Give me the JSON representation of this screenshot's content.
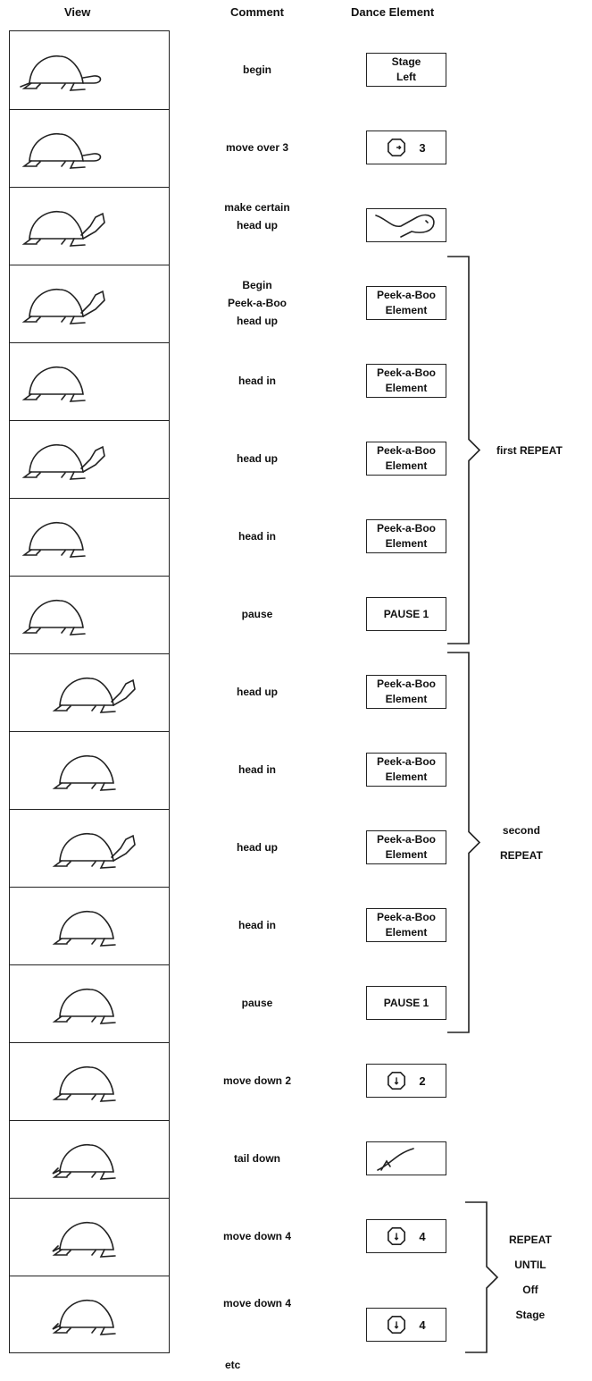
{
  "headers": {
    "view": "View",
    "comment": "Comment",
    "dance_element": "Dance Element"
  },
  "rows": [
    {
      "comment": "begin",
      "element_text": "Stage Left",
      "element_kind": "text",
      "turtle": "head-up-tail",
      "element_icon": ""
    },
    {
      "comment": "move over 3",
      "element_kind": "clock",
      "element_text": "3",
      "turtle": "head-out",
      "element_icon": "clock-right-icon"
    },
    {
      "comment": "make certain head up",
      "element_kind": "icon",
      "element_text": "",
      "turtle": "head-up",
      "element_icon": "head-up-icon"
    },
    {
      "comment": "Begin Peek-a-Boo head up",
      "element_kind": "text",
      "element_text": "Peek-a-Boo Element",
      "turtle": "head-up",
      "element_icon": ""
    },
    {
      "comment": "head in",
      "element_kind": "text",
      "element_text": "Peek-a-Boo Element",
      "turtle": "head-in",
      "element_icon": ""
    },
    {
      "comment": "head up",
      "element_kind": "text",
      "element_text": "Peek-a-Boo Element",
      "turtle": "head-up",
      "element_icon": ""
    },
    {
      "comment": "head in",
      "element_kind": "text",
      "element_text": "Peek-a-Boo Element",
      "turtle": "head-in",
      "element_icon": ""
    },
    {
      "comment": "pause",
      "element_kind": "text",
      "element_text": "PAUSE 1",
      "turtle": "head-in",
      "element_icon": ""
    },
    {
      "comment": "head up",
      "element_kind": "text",
      "element_text": "Peek-a-Boo Element",
      "turtle": "head-up",
      "element_icon": ""
    },
    {
      "comment": "head in",
      "element_kind": "text",
      "element_text": "Peek-a-Boo Element",
      "turtle": "head-in",
      "element_icon": ""
    },
    {
      "comment": "head up",
      "element_kind": "text",
      "element_text": "Peek-a-Boo Element",
      "turtle": "head-up",
      "element_icon": ""
    },
    {
      "comment": "head in",
      "element_kind": "text",
      "element_text": "Peek-a-Boo Element",
      "turtle": "head-in",
      "element_icon": ""
    },
    {
      "comment": "pause",
      "element_kind": "text",
      "element_text": "PAUSE 1",
      "turtle": "head-in",
      "element_icon": ""
    },
    {
      "comment": "move down 2",
      "element_kind": "clock",
      "element_text": "2",
      "turtle": "head-in",
      "element_icon": "clock-down-icon"
    },
    {
      "comment": "tail down",
      "element_kind": "icon",
      "element_text": "",
      "turtle": "tail-down",
      "element_icon": "tail-down-icon"
    },
    {
      "comment": "move down 4",
      "element_kind": "clock",
      "element_text": "4",
      "turtle": "tail-down",
      "element_icon": "clock-down-icon"
    },
    {
      "comment": "move down 4",
      "element_kind": "clock",
      "element_text": "4",
      "turtle": "tail-down",
      "element_icon": "clock-down-icon"
    }
  ],
  "brackets": [
    {
      "label_lines": [
        "first REPEAT"
      ]
    },
    {
      "label_lines": [
        "second",
        "REPEAT"
      ]
    },
    {
      "label_lines": [
        "REPEAT",
        "UNTIL",
        "Off",
        "Stage"
      ]
    }
  ],
  "footer": {
    "etc": "etc"
  }
}
